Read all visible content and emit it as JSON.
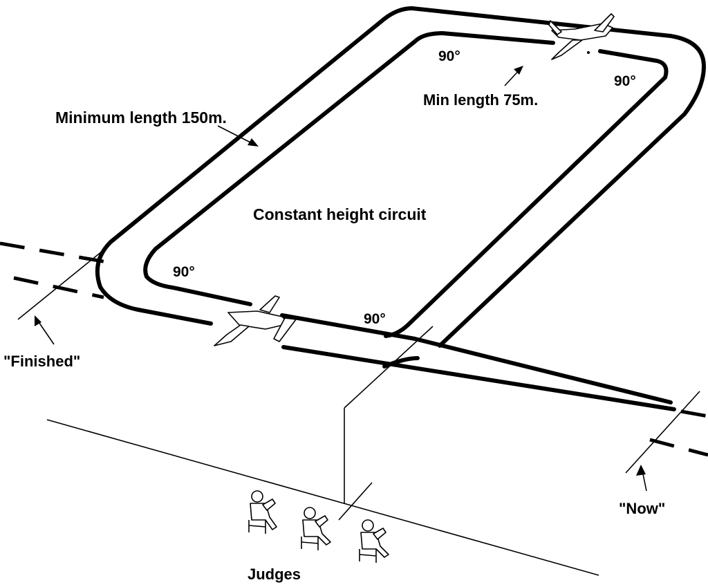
{
  "labels": {
    "minimum_length": "Minimum length 150m.",
    "min_length": "Min length 75m.",
    "circuit": "Constant height circuit",
    "angle_top_left": "90°",
    "angle_top_right": "90°",
    "angle_bottom_left": "90°",
    "angle_bottom_right": "90°",
    "finished": "\"Finished\"",
    "now": "\"Now\"",
    "judges": "Judges"
  }
}
